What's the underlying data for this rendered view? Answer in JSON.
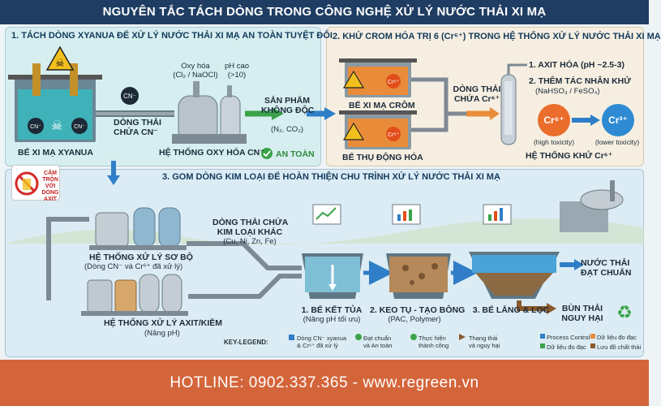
{
  "header": {
    "title": "NGUYÊN TẮC TÁCH DÒNG TRONG CÔNG NGHỆ XỬ LÝ NƯỚC THẢI XI MẠ"
  },
  "section1": {
    "title": "1. TÁCH DÒNG XYANUA ĐỂ XỬ LÝ NƯỚC THẢI XI MẠ AN TOÀN TUYỆT ĐỐI",
    "tank_label": "BỂ XI MẠ XYANUA",
    "cn_label": "CN⁻",
    "stream_label_1": "DÒNG THẢI",
    "stream_label_2": "CHỨA CN⁻",
    "oxidation_label_1": "Oxy hóa",
    "oxidation_label_2": "(Cl₂ / NaOCl)",
    "ph_label_1": "pH cao",
    "ph_label_2": "(>10)",
    "system_label": "HỆ THỐNG OXY HÓA CN⁻",
    "product_label_1": "SẢN PHẨM",
    "product_label_2": "KHÔNG ĐỘC",
    "product_label_3": "(N₂, CO₂)",
    "safe_label": "AN TOÀN",
    "warning_1": "CẤM",
    "warning_2": "TRỘN VỚI",
    "warning_3": "DÒNG AXIT"
  },
  "section2": {
    "title": "2. KHỬ CROM HÓA TRỊ 6 (Cr⁶⁺) TRONG HỆ THỐNG XỬ LÝ NƯỚC THẢI XI MẠ",
    "tank1_label": "BỂ XI MẠ CRÔM",
    "tank2_label": "BỂ THỤ ĐỘNG HÓA",
    "cr_label": "Cr⁶⁺",
    "stream_label_1": "DÒNG THẢI",
    "stream_label_2": "CHỨA Cr⁶⁺",
    "step1": "1. AXIT HÓA (pH ~2.5-3)",
    "step2_1": "2. THÊM TÁC NHÂN KHỬ",
    "step2_2": "(NaHSO₃ / FeSO₄)",
    "cr6": "Cr⁶⁺",
    "cr3": "Cr³⁺",
    "high_tox": "(high toxicity)",
    "low_tox": "(lower toxicity)",
    "system_label": "HỆ THỐNG KHỬ Cr⁶⁺"
  },
  "section3": {
    "title": "3. GOM DÒNG KIM LOẠI ĐỂ HOÀN THIỆN CHU TRÌNH XỬ LÝ NƯỚC THẢI XI MẠ",
    "pre_label_1": "HỆ THỐNG XỬ LÝ SƠ BỘ",
    "pre_label_2": "(Dòng CN⁻ và Cr⁶⁺ đã xử lý)",
    "acid_label_1": "HỆ THỐNG XỬ LÝ AXIT/KIỀM",
    "acid_label_2": "(Nâng pH)",
    "metal_label_1": "DÒNG THẢI CHỨA",
    "metal_label_2": "KIM LOẠI KHÁC",
    "metal_label_3": "(Cu, Ni, Zn, Fe)",
    "stage1_1": "1. BỂ KẾT TỦA",
    "stage1_2": "(Nâng pH tối ưu)",
    "stage2_1": "2. KEO TỤ - TẠO BÔNG",
    "stage2_2": "(PAC, Polymer)",
    "stage3": "3. BỂ LẮNG & LỌC",
    "out1_1": "NƯỚC THẢI",
    "out1_2": "ĐẠT CHUẨN",
    "out2_1": "BÙN THẢI",
    "out2_2": "NGUY HẠI"
  },
  "legend": {
    "title": "KEY-LEGEND:",
    "item1_1": "Dòng CN⁻ xyanua",
    "item1_2": "& Cr⁶⁺ đã xử lý",
    "item2_1": "Đạt chuẩn",
    "item2_2": "và An toàn",
    "item3_1": "Thực hiện",
    "item3_2": "thành công",
    "item4_1": "Thang thải",
    "item4_2": "và nguy hại",
    "item5": "Process Control",
    "item6": "Dữ liệu đo đạc",
    "item7": "Dữ liệu đo đạc",
    "item8": "Lưu đồ chất thải"
  },
  "footer": {
    "hotline": "HOTLINE: 0902.337.365 - www.regreen.vn"
  },
  "colors": {
    "navy": "#1f3d63",
    "orange": "#d4653a",
    "blue_arrow": "#2f7ec7",
    "green_arrow": "#3aa34a"
  }
}
